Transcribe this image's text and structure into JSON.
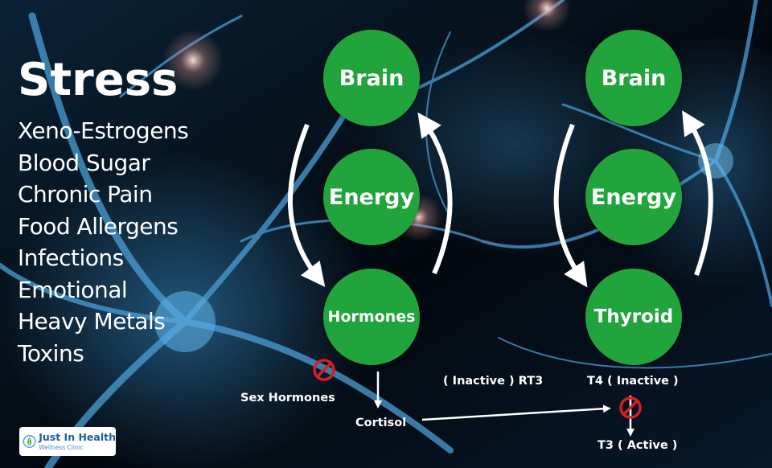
{
  "stress": {
    "title": "Stress",
    "items": [
      "Xeno-Estrogens",
      "Blood Sugar",
      "Chronic Pain",
      "Food Allergens",
      "Infections",
      "Emotional",
      "Heavy Metals",
      "Toxins"
    ]
  },
  "cycle_left": {
    "top": "Brain",
    "middle": "Energy",
    "bottom": "Hormones"
  },
  "cycle_right": {
    "top": "Brain",
    "middle": "Energy",
    "bottom": "Thyroid"
  },
  "outputs": {
    "sex_hormones": "Sex Hormones",
    "cortisol": "Cortisol",
    "rt3": "( Inactive ) RT3",
    "t4": "T4 ( Inactive )",
    "t3": "T3 ( Active )"
  },
  "logo": {
    "name": "Just In Health",
    "tagline": "Wellness Clinic"
  },
  "colors": {
    "node_green": "#22a43c",
    "blocked_red": "#d31f26",
    "text": "#ffffff"
  }
}
